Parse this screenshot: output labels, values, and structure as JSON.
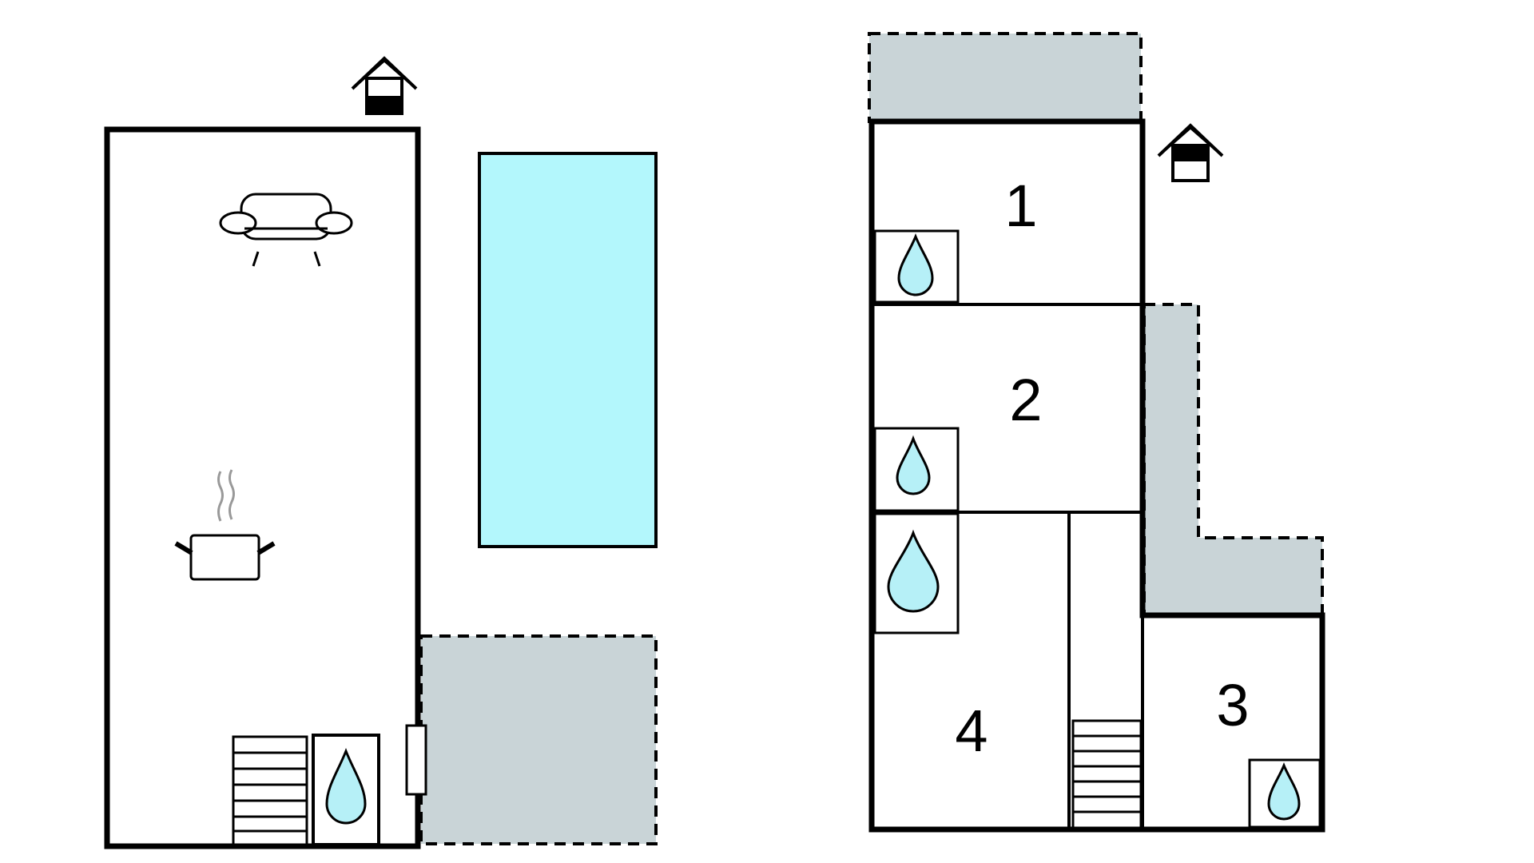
{
  "colors": {
    "wall": "#000000",
    "pool": "#B3F7FC",
    "terrace": "#C9D4D7",
    "water": "#B6F0F7",
    "background": "#FFFFFF"
  },
  "icons": {
    "entrance": "entrance-icon",
    "sofa": "sofa-icon",
    "kitchen": "cooking-pot-icon",
    "bathroom": "water-drop-icon",
    "stairs": "stairs-icon",
    "door": "door-icon"
  },
  "ground_floor": {
    "labels": []
  },
  "upper_floor": {
    "rooms": [
      {
        "number": "1"
      },
      {
        "number": "2"
      },
      {
        "number": "3"
      },
      {
        "number": "4"
      }
    ]
  }
}
